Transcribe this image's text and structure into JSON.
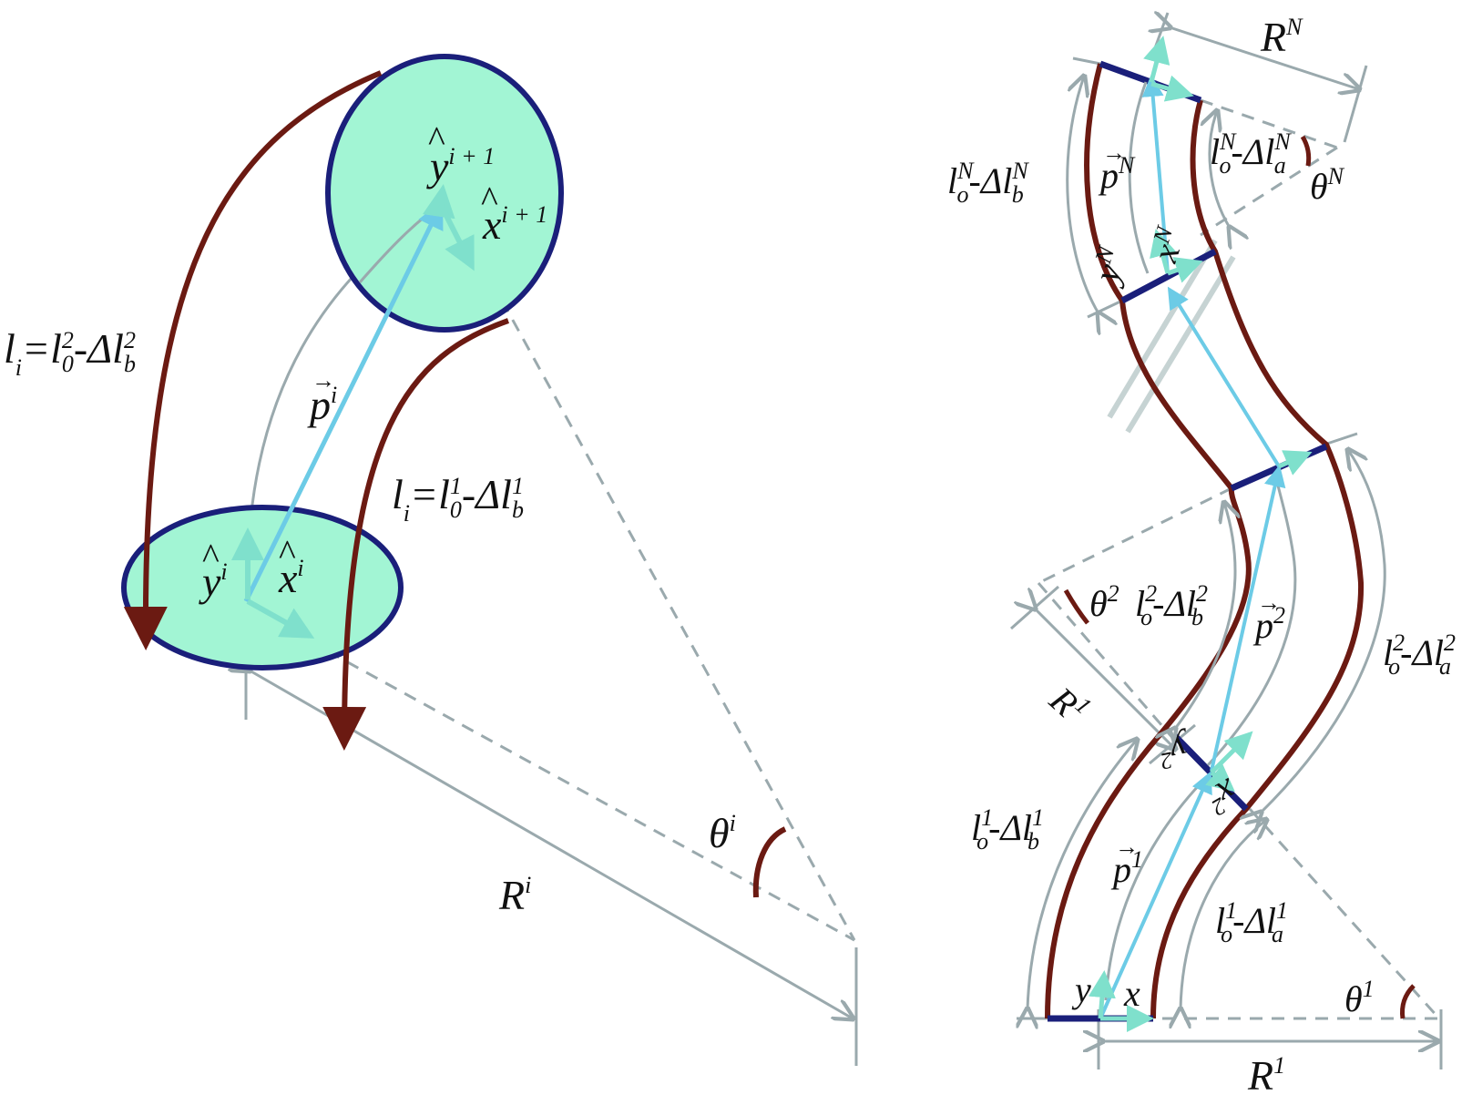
{
  "colors": {
    "tube": "#6b1a12",
    "section_fill": "#a2f5d4",
    "section_border": "#1a1f7a",
    "frame_vector": "#6ccbe6",
    "axis_tip": "#7fe0cc",
    "dimension_line": "#9aa9ad",
    "dashed_line": "#9aa9ad",
    "cut_mark": "#c6d3d3",
    "endcap": "#1a1f7a"
  },
  "left_figure": {
    "label_y_next": {
      "base": "y",
      "sup": "i + 1"
    },
    "label_x_next": {
      "base": "x",
      "sup": "i + 1"
    },
    "label_y": {
      "base": "y",
      "sup": "i"
    },
    "label_x": {
      "base": "x",
      "sup": "i"
    },
    "label_p": {
      "base": "p",
      "sup": "i"
    },
    "label_theta": {
      "base": "θ",
      "sup": "i"
    },
    "label_R": {
      "base": "R",
      "sup": "i"
    },
    "outer_length": {
      "l": "l",
      "l_sub": "i",
      "eq": "=",
      "l0": "l",
      "l0_sub": "0",
      "l0_sup": "2",
      "minus": "-",
      "dl": "Δl",
      "dl_sub": "b",
      "dl_sup": "2"
    },
    "inner_length": {
      "l": "l",
      "l_sub": "i",
      "eq": "=",
      "l0": "l",
      "l0_sub": "0",
      "l0_sup": "1",
      "minus": "-",
      "dl": "Δl",
      "dl_sub": "b",
      "dl_sup": "1"
    }
  },
  "right_figure": {
    "label_RN": {
      "base": "R",
      "sup": "N"
    },
    "label_pN": {
      "base": "p",
      "sup": "N"
    },
    "label_thetaN": {
      "base": "θ",
      "sup": "N"
    },
    "label_yN": {
      "base": "y",
      "sup": "N"
    },
    "label_xN": {
      "base": "x",
      "sup": "N"
    },
    "len_bN": {
      "l": "l",
      "l_sub": "o",
      "l_sup": "N",
      "minus": "-",
      "dl": "Δl",
      "dl_sub": "b",
      "dl_sup": "N"
    },
    "len_aN": {
      "l": "l",
      "l_sub": "o",
      "l_sup": "N",
      "minus": "-",
      "dl": "Δl",
      "dl_sub": "a",
      "dl_sup": "N"
    },
    "label_theta2": {
      "base": "θ",
      "sup": "2"
    },
    "len_b2": {
      "l": "l",
      "l_sub": "o",
      "l_sup": "2",
      "minus": "-",
      "dl": "Δl",
      "dl_sub": "b",
      "dl_sup": "2"
    },
    "label_p2": {
      "base": "p",
      "sup": "2"
    },
    "len_a2": {
      "l": "l",
      "l_sub": "o",
      "l_sup": "2",
      "minus": "-",
      "dl": "Δl",
      "dl_sub": "a",
      "dl_sup": "2"
    },
    "label_R1_mid": {
      "base": "R",
      "sup": "1"
    },
    "label_y2": {
      "base": "y",
      "sup": "2"
    },
    "label_x2": {
      "base": "x",
      "sup": "2"
    },
    "len_b1": {
      "l": "l",
      "l_sub": "o",
      "l_sup": "1",
      "minus": "-",
      "dl": "Δl",
      "dl_sub": "b",
      "dl_sup": "1"
    },
    "label_p1": {
      "base": "p",
      "sup": "1"
    },
    "len_a1": {
      "l": "l",
      "l_sub": "o",
      "l_sup": "1",
      "minus": "-",
      "dl": "Δl",
      "dl_sub": "a",
      "dl_sup": "1"
    },
    "label_y": "y",
    "label_x": "x",
    "label_theta1": {
      "base": "θ",
      "sup": "1"
    },
    "label_R1_bottom": {
      "base": "R",
      "sup": "1"
    }
  }
}
